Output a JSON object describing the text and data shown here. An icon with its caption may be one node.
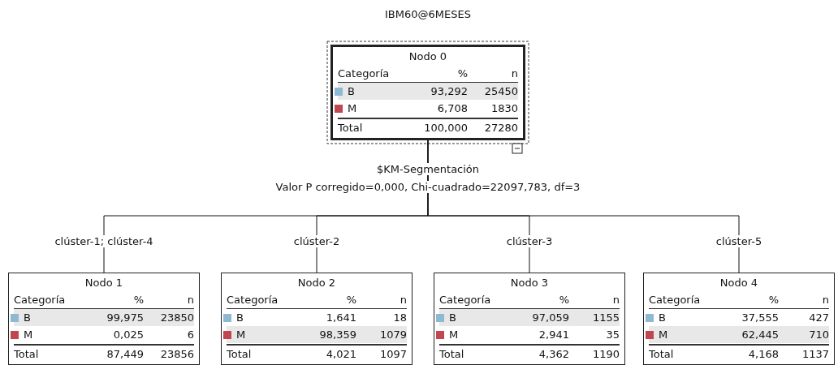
{
  "diagram": {
    "title": "IBM60@6MESES",
    "nodes": [
      {
        "text": [
          "Nodo 0",
          "Categoría",
          "%",
          "n",
          "B",
          "93,292",
          "25450",
          "M",
          "6,708",
          "1830",
          "Total",
          "100,000",
          "27280"
        ]
      },
      {
        "text": [
          "Nodo 1",
          "Categoría",
          "%",
          "n",
          "B",
          "99,975",
          "23850",
          "M",
          "0,025",
          "6",
          "Total",
          "87,449",
          "23856"
        ]
      },
      {
        "text": [
          "Nodo 2",
          "Categoría",
          "%",
          "n",
          "B",
          "1,641",
          "18",
          "M",
          "98,359",
          "1079",
          "Total",
          "4,021",
          "1097"
        ]
      },
      {
        "text": [
          "Nodo 3",
          "Categoría",
          "%",
          "n",
          "B",
          "97,059",
          "1155",
          "M",
          "2,941",
          "35",
          "Total",
          "4,362",
          "1190"
        ]
      },
      {
        "text": [
          "Nodo 4",
          "Categoría",
          "%",
          "n",
          "B",
          "37,555",
          "427",
          "M",
          "62,445",
          "710",
          "Total",
          "4,168",
          "1137"
        ]
      }
    ],
    "edges": [
      {
        "from": 0,
        "to": 1,
        "arrow": "none",
        "label": "clúster-1; clúster-4"
      },
      {
        "from": 0,
        "to": 2,
        "arrow": "none",
        "label": "clúster-2"
      },
      {
        "from": 0,
        "to": 3,
        "arrow": "none",
        "label": "clúster-3"
      },
      {
        "from": 0,
        "to": 4,
        "arrow": "none",
        "label": "clúster-5"
      }
    ],
    "labels": [
      "$KM-Segmentación",
      "Valor P corregido=0,000, Chi-cuadrado=22097,783, df=3"
    ]
  }
}
